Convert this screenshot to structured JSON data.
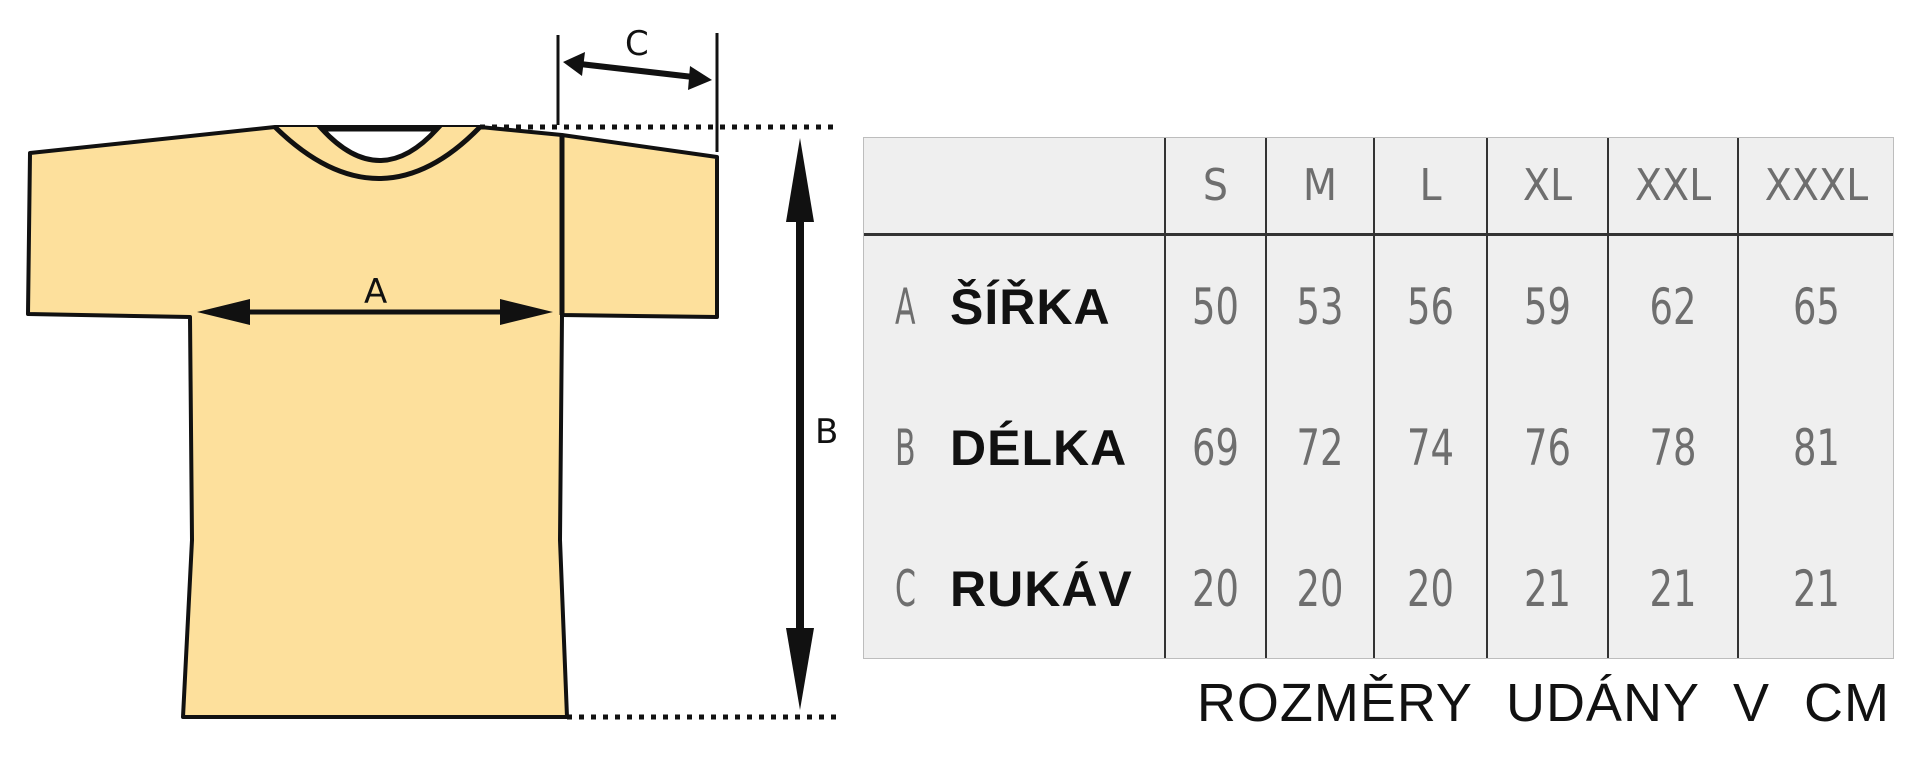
{
  "diagram": {
    "shirt_color": "#fde09c",
    "outline_color": "#111111",
    "dimension_labels": {
      "a": "A",
      "b": "B",
      "c": "C"
    }
  },
  "table": {
    "background": "#efefef",
    "sizes": [
      "S",
      "M",
      "L",
      "XL",
      "XXL",
      "XXXL"
    ],
    "rows": [
      {
        "letter": "A",
        "name": "ŠÍŘKA",
        "values": [
          "50",
          "53",
          "56",
          "59",
          "62",
          "65"
        ]
      },
      {
        "letter": "B",
        "name": "DÉLKA",
        "values": [
          "69",
          "72",
          "74",
          "76",
          "78",
          "81"
        ]
      },
      {
        "letter": "C",
        "name": "RUKÁV",
        "values": [
          "20",
          "20",
          "20",
          "21",
          "21",
          "21"
        ]
      }
    ]
  },
  "footnote": "ROZMĚRY UDÁNY V CM"
}
